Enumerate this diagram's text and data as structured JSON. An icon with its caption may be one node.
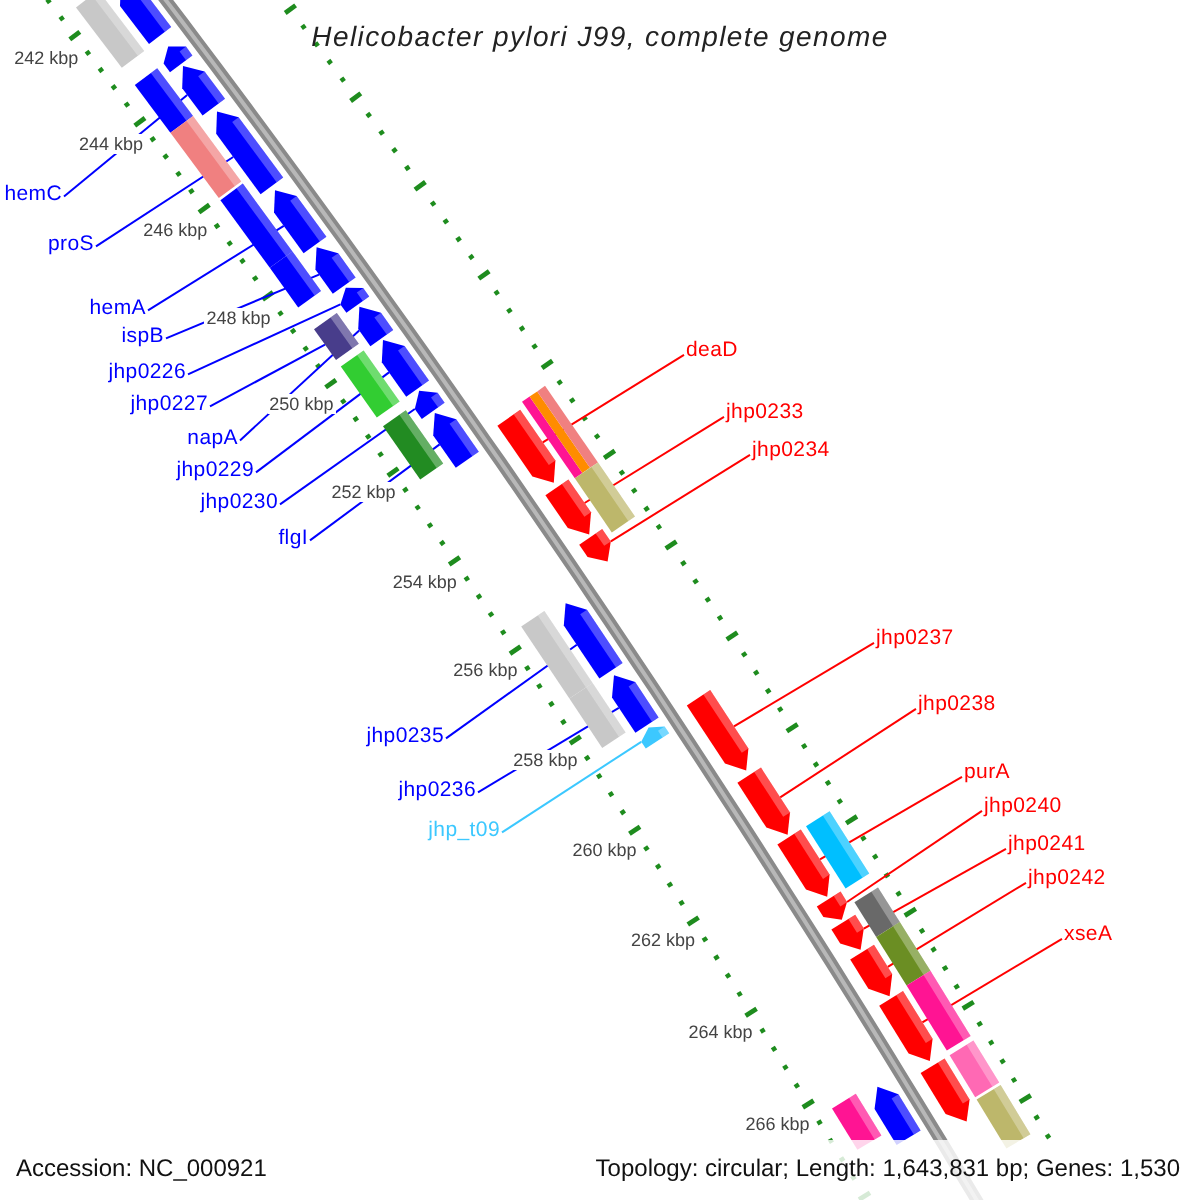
{
  "diagram": {
    "title": "Helicobacter pylori J99, complete genome",
    "nodes": [
      {
        "text": [
          "hemC"
        ]
      },
      {
        "text": [
          "proS"
        ]
      },
      {
        "text": [
          "hemA"
        ]
      },
      {
        "text": [
          "ispB"
        ]
      },
      {
        "text": [
          "jhp0226"
        ]
      },
      {
        "text": [
          "jhp0227"
        ]
      },
      {
        "text": [
          "napA"
        ]
      },
      {
        "text": [
          "jhp0229"
        ]
      },
      {
        "text": [
          "jhp0230"
        ]
      },
      {
        "text": [
          "flgI"
        ]
      },
      {
        "text": [
          "jhp0235"
        ]
      },
      {
        "text": [
          "jhp0236"
        ]
      },
      {
        "text": [
          "jhp_t09"
        ]
      },
      {
        "text": [
          "deaD"
        ]
      },
      {
        "text": [
          "jhp0233"
        ]
      },
      {
        "text": [
          "jhp0234"
        ]
      },
      {
        "text": [
          "jhp0237"
        ]
      },
      {
        "text": [
          "jhp0238"
        ]
      },
      {
        "text": [
          "purA"
        ]
      },
      {
        "text": [
          "jhp0240"
        ]
      },
      {
        "text": [
          "jhp0241"
        ]
      },
      {
        "text": [
          "jhp0242"
        ]
      },
      {
        "text": [
          "xseA"
        ]
      },
      {
        "text": [],
        "shape": "pentagon"
      },
      {
        "text": [],
        "shape": "pentagon"
      },
      {
        "text": [],
        "shape": "pentagon"
      },
      {
        "text": [],
        "shape": "pentagon"
      },
      {
        "text": [],
        "shape": "pentagon"
      },
      {
        "text": [],
        "shape": "pentagon"
      },
      {
        "text": [],
        "shape": "pentagon"
      },
      {
        "text": [],
        "shape": "pentagon"
      },
      {
        "text": [],
        "shape": "pentagon"
      },
      {
        "text": [],
        "shape": "pentagon"
      },
      {
        "text": [],
        "shape": "pentagon"
      },
      {
        "text": [],
        "shape": "pentagon"
      },
      {
        "text": [],
        "shape": "pentagon"
      },
      {
        "text": [],
        "shape": "pentagon"
      },
      {
        "text": [],
        "shape": "pentagon"
      },
      {
        "text": [],
        "shape": "pentagon"
      },
      {
        "text": [],
        "shape": "pentagon"
      },
      {
        "text": [],
        "shape": "pentagon"
      },
      {
        "text": [],
        "shape": "pentagon"
      },
      {
        "text": [],
        "shape": "pentagon"
      },
      {
        "text": [],
        "shape": "pentagon"
      },
      {
        "text": [],
        "shape": "pentagon"
      },
      {
        "text": [],
        "shape": "pentagon"
      },
      {
        "text": [],
        "shape": "pentagon"
      },
      {
        "text": [],
        "shape": "pentagon"
      },
      {
        "text": [],
        "shape": "pentagon"
      },
      {
        "text": [],
        "shape": "box"
      },
      {
        "text": [],
        "shape": "box"
      },
      {
        "text": [],
        "shape": "box"
      },
      {
        "text": [],
        "shape": "box"
      },
      {
        "text": [],
        "shape": "box"
      },
      {
        "text": [],
        "shape": "box"
      },
      {
        "text": [],
        "shape": "box"
      },
      {
        "text": [],
        "shape": "box"
      },
      {
        "text": [],
        "shape": "box"
      },
      {
        "text": [],
        "shape": "box"
      },
      {
        "text": [],
        "shape": "box"
      },
      {
        "text": [],
        "shape": "box"
      },
      {
        "text": [],
        "shape": "box"
      },
      {
        "text": [],
        "shape": "box"
      },
      {
        "text": [],
        "shape": "box"
      },
      {
        "text": [],
        "shape": "box"
      },
      {
        "text": [],
        "shape": "box"
      },
      {
        "text": [],
        "shape": "box"
      },
      {
        "text": [],
        "shape": "box"
      },
      {
        "text": [],
        "shape": "box"
      },
      {
        "text": [],
        "shape": "box"
      }
    ],
    "edges": [
      {
        "from": 0,
        "to": 25,
        "arrow": "none"
      },
      {
        "from": 1,
        "to": 26,
        "arrow": "none"
      },
      {
        "from": 2,
        "to": 27,
        "arrow": "none"
      },
      {
        "from": 3,
        "to": 28,
        "arrow": "none"
      },
      {
        "from": 4,
        "to": 29,
        "arrow": "none"
      },
      {
        "from": 5,
        "to": 54,
        "arrow": "none"
      },
      {
        "from": 6,
        "to": 30,
        "arrow": "none"
      },
      {
        "from": 7,
        "to": 31,
        "arrow": "none"
      },
      {
        "from": 8,
        "to": 32,
        "arrow": "none"
      },
      {
        "from": 9,
        "to": 33,
        "arrow": "none"
      },
      {
        "from": 10,
        "to": 34,
        "arrow": "none"
      },
      {
        "from": 11,
        "to": 35,
        "arrow": "none"
      },
      {
        "from": 12,
        "to": 36,
        "arrow": "none",
        "color": "#3cc8ff"
      },
      {
        "from": 13,
        "to": 38,
        "arrow": "none",
        "color": "#ff0000"
      },
      {
        "from": 14,
        "to": 39,
        "arrow": "none",
        "color": "#ff0000"
      },
      {
        "from": 15,
        "to": 40,
        "arrow": "none",
        "color": "#ff0000"
      },
      {
        "from": 16,
        "to": 41,
        "arrow": "none",
        "color": "#ff0000"
      },
      {
        "from": 17,
        "to": 42,
        "arrow": "none",
        "color": "#ff0000"
      },
      {
        "from": 18,
        "to": 43,
        "arrow": "none",
        "color": "#ff0000"
      },
      {
        "from": 19,
        "to": 44,
        "arrow": "none",
        "color": "#ff0000"
      },
      {
        "from": 20,
        "to": 45,
        "arrow": "none",
        "color": "#ff0000"
      },
      {
        "from": 21,
        "to": 46,
        "arrow": "none",
        "color": "#ff0000"
      },
      {
        "from": 22,
        "to": 47,
        "arrow": "none",
        "color": "#ff0000"
      }
    ],
    "labels": [
      "242 kbp",
      "244 kbp",
      "246 kbp",
      "248 kbp",
      "250 kbp",
      "252 kbp",
      "254 kbp",
      "256 kbp",
      "258 kbp",
      "260 kbp",
      "262 kbp",
      "264 kbp",
      "266 kbp",
      "Accession: NC_000921",
      "Topology: circular; Length: 1,643,831 bp; Genes: 1,530"
    ]
  }
}
